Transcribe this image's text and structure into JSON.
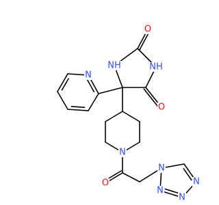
{
  "colors": {
    "bond": "#000000",
    "carbon_backbone": "#000000",
    "oxygen": "#ff0d0d",
    "nitrogen": "#3050f8",
    "background": "#ffffff"
  },
  "atoms": {
    "o_top": "O",
    "nh_right": "NH",
    "nh_left": "NH",
    "o_right": "O",
    "n_pyridine": "N",
    "n_piperidine": "N",
    "o_amide": "O",
    "n_tz1": "N",
    "n_tz2": "N",
    "n_tz3": "N",
    "n_tz4": "N"
  }
}
